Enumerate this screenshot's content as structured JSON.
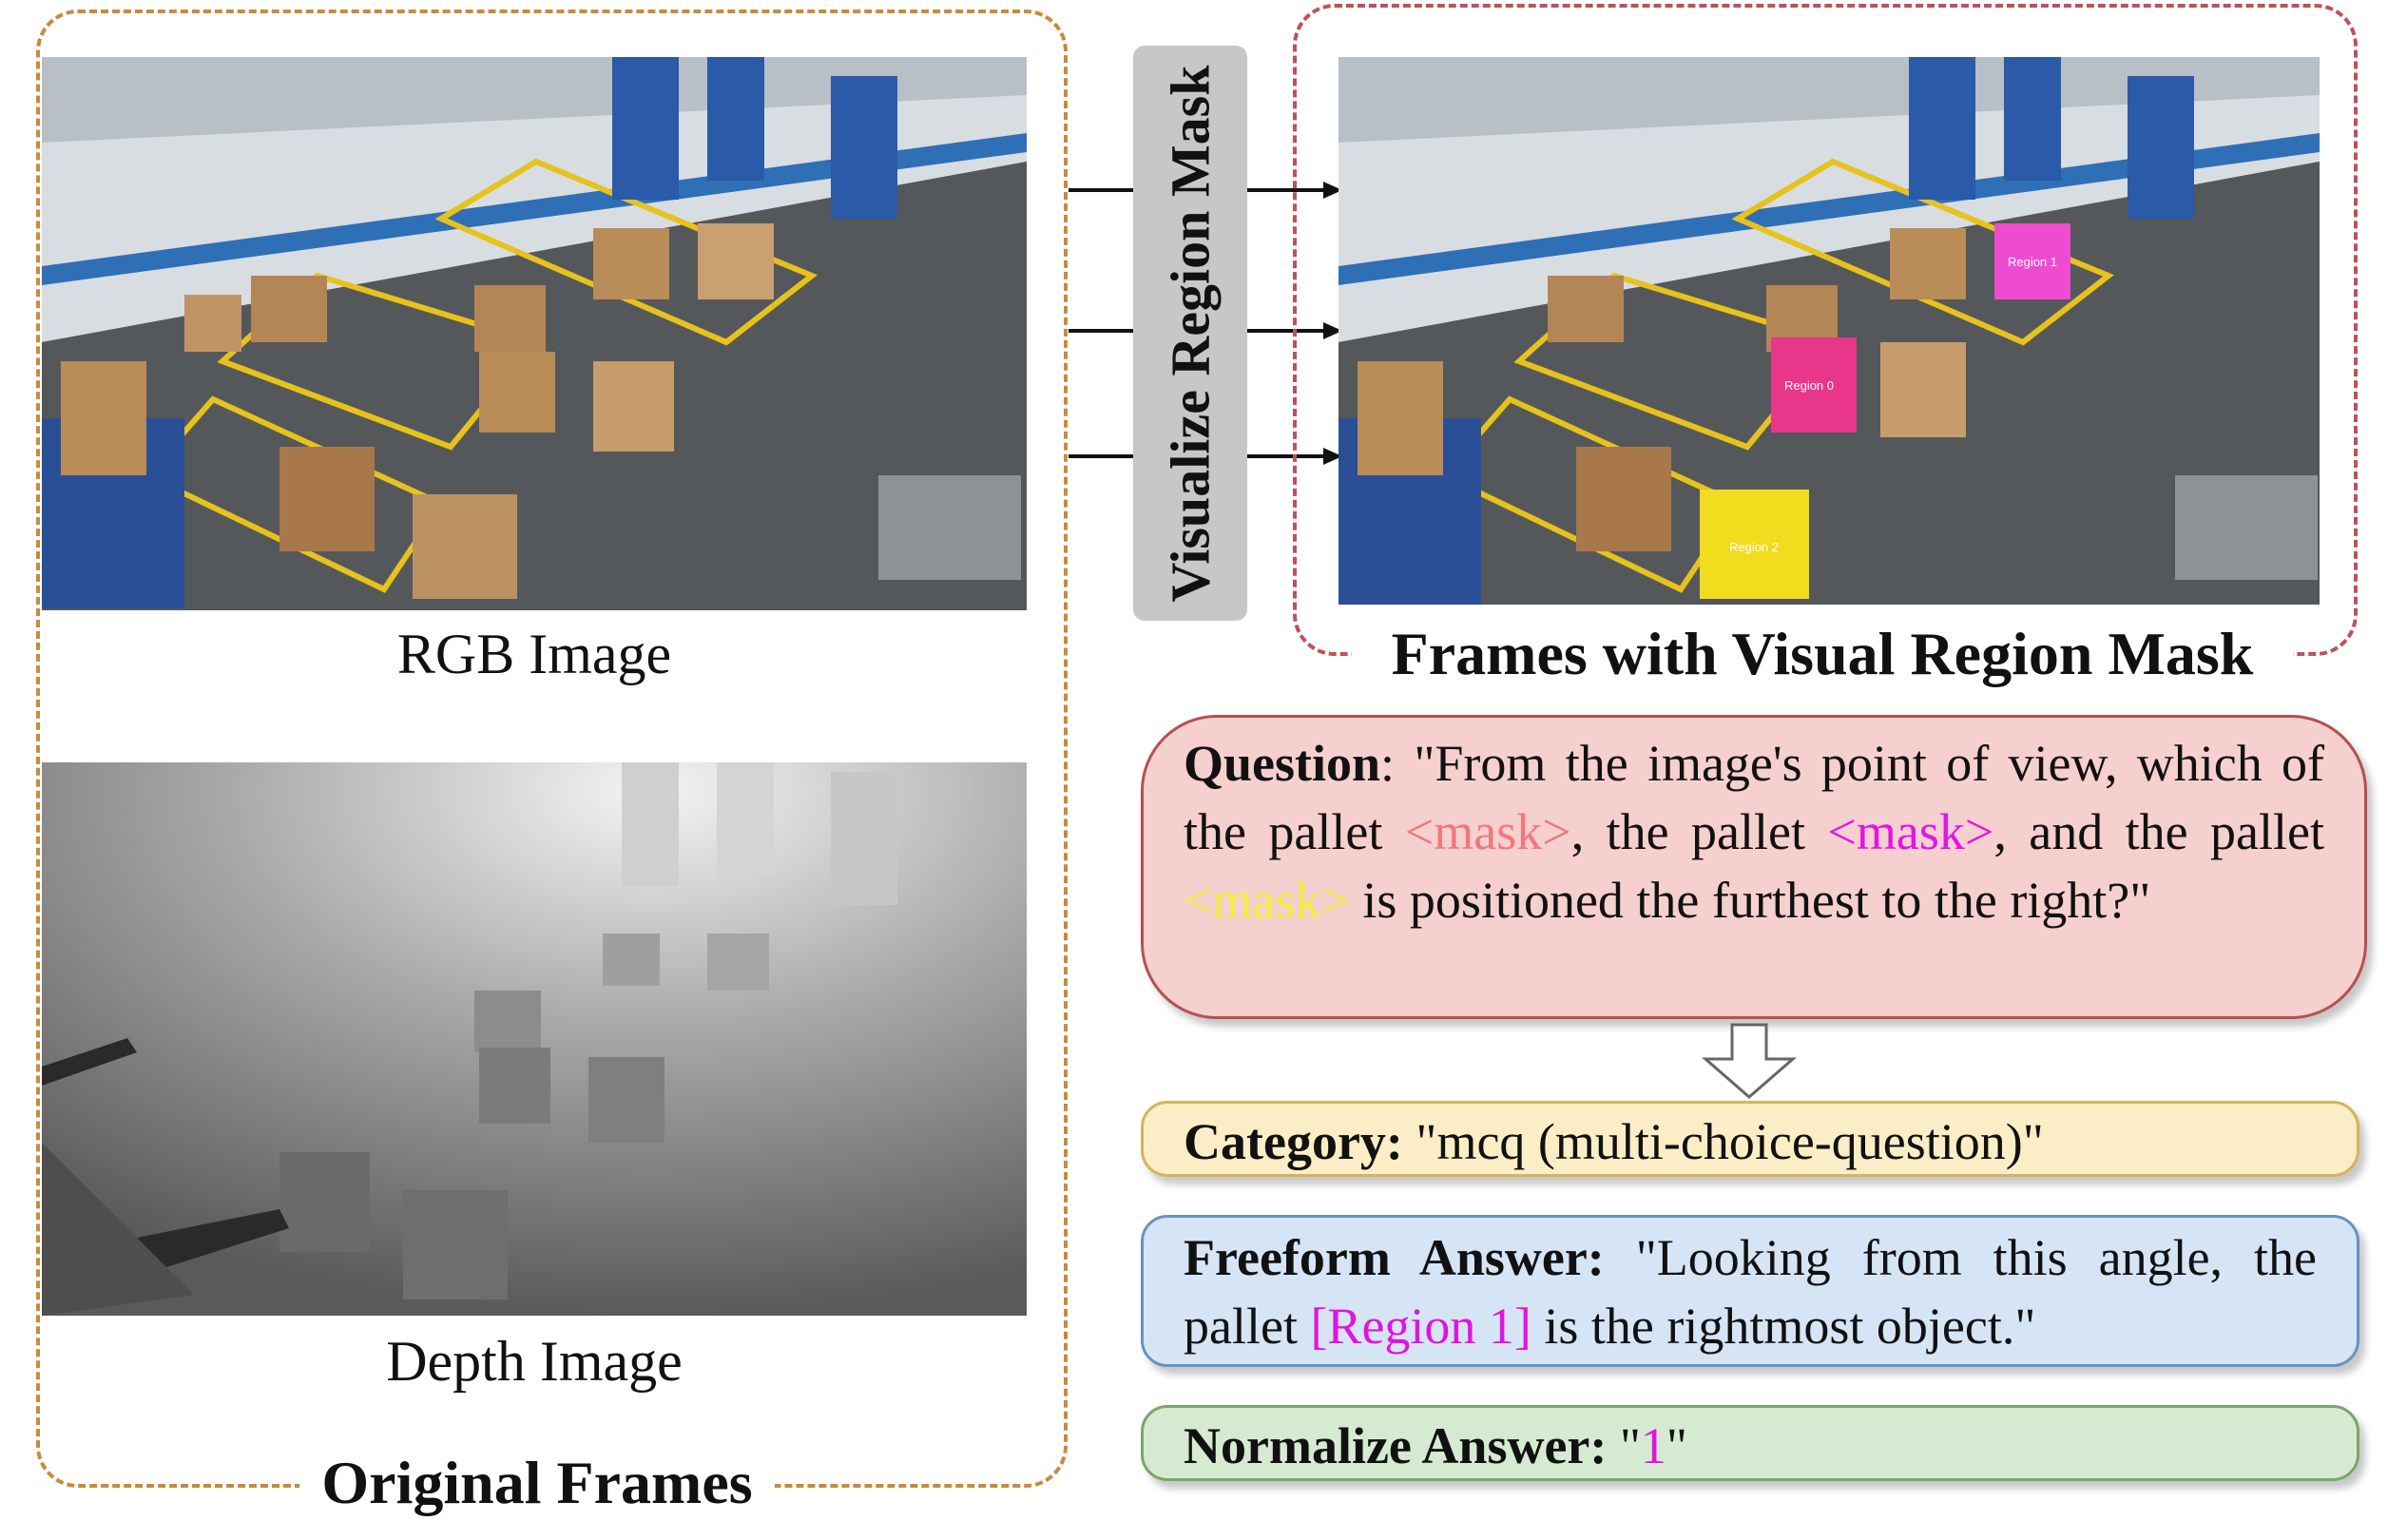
{
  "original_frames": {
    "title": "Original Frames",
    "rgb_caption": "RGB Image",
    "depth_caption": "Depth Image"
  },
  "process": {
    "label": "Visualize Region Mask"
  },
  "masked_frames": {
    "title": "Frames with Visual Region Mask",
    "regions": [
      {
        "label": "Region 0",
        "color": "#e8368a"
      },
      {
        "label": "Region 1",
        "color": "#ee4cd0"
      },
      {
        "label": "Region 2",
        "color": "#f2dc1e"
      }
    ]
  },
  "question": {
    "label": "Question",
    "sep": ": ",
    "part1": "\"From the image's point of view, which of the pallet ",
    "mask1": "<mask>",
    "part2": ", the pallet ",
    "mask2": "<mask>",
    "part3": ", and the pallet ",
    "mask3": "<mask>",
    "part4": " is positioned the furthest to the right?\""
  },
  "category": {
    "label": "Category:",
    "value": " \"mcq (multi-choice-question)\""
  },
  "freeform": {
    "label": "Freeform Answer:",
    "part1": " \"Looking from this angle, the pallet ",
    "region": "[Region 1]",
    "part2": " is the rightmost object.\""
  },
  "normalize": {
    "label": "Normalize Answer:",
    "quote_open": " \"",
    "value": "1",
    "quote_close": "\""
  },
  "colors": {
    "original_border": "#c98a3c",
    "masked_border": "#c0505a",
    "question_bg": "#f6cfcf",
    "category_bg": "#fbeec7",
    "freeform_bg": "#d6e5f6",
    "normalize_bg": "#d6ead2"
  }
}
